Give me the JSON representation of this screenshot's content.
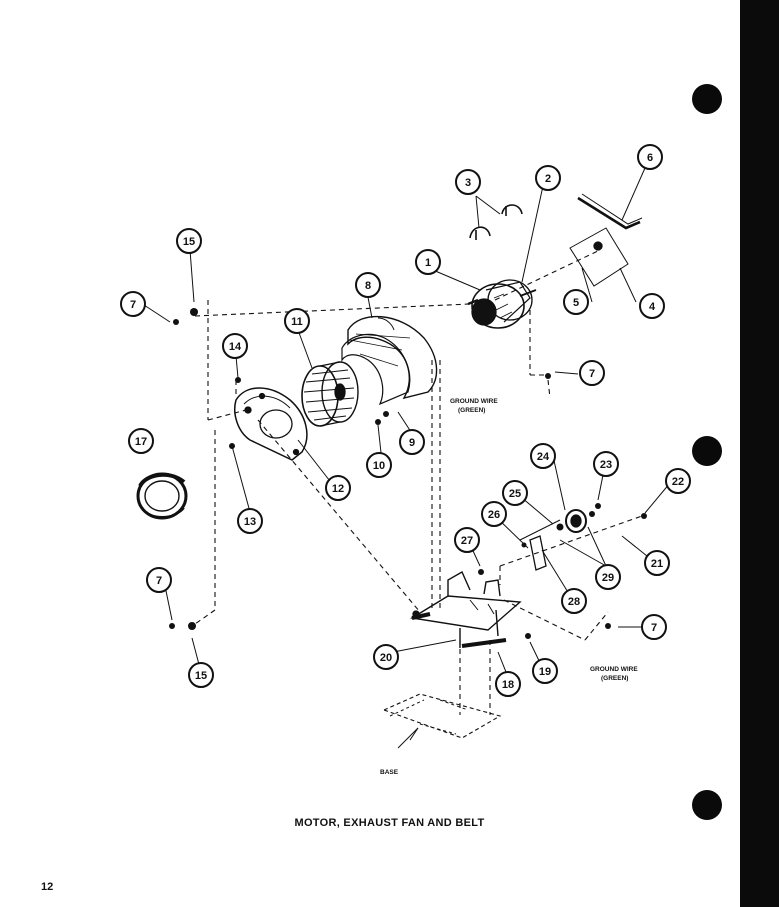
{
  "title": "MOTOR, EXHAUST FAN AND BELT",
  "page_number": "12",
  "notes": {
    "ground_wire_1a": "GROUND WIRE",
    "ground_wire_1b": "(GREEN)",
    "ground_wire_2a": "GROUND WIRE",
    "ground_wire_2b": "(GREEN)",
    "base": "BASE"
  },
  "callouts": [
    {
      "id": "c1",
      "num": "1"
    },
    {
      "id": "c2",
      "num": "2"
    },
    {
      "id": "c3",
      "num": "3"
    },
    {
      "id": "c4",
      "num": "4"
    },
    {
      "id": "c5",
      "num": "5"
    },
    {
      "id": "c6",
      "num": "6"
    },
    {
      "id": "c7a",
      "num": "7"
    },
    {
      "id": "c7b",
      "num": "7"
    },
    {
      "id": "c7c",
      "num": "7"
    },
    {
      "id": "c7d",
      "num": "7"
    },
    {
      "id": "c8",
      "num": "8"
    },
    {
      "id": "c9",
      "num": "9"
    },
    {
      "id": "c10",
      "num": "10"
    },
    {
      "id": "c11",
      "num": "11"
    },
    {
      "id": "c12",
      "num": "12"
    },
    {
      "id": "c13",
      "num": "13"
    },
    {
      "id": "c14",
      "num": "14"
    },
    {
      "id": "c15a",
      "num": "15"
    },
    {
      "id": "c15b",
      "num": "15"
    },
    {
      "id": "c17",
      "num": "17"
    },
    {
      "id": "c18",
      "num": "18"
    },
    {
      "id": "c19",
      "num": "19"
    },
    {
      "id": "c20",
      "num": "20"
    },
    {
      "id": "c21",
      "num": "21"
    },
    {
      "id": "c22",
      "num": "22"
    },
    {
      "id": "c23",
      "num": "23"
    },
    {
      "id": "c24",
      "num": "24"
    },
    {
      "id": "c25",
      "num": "25"
    },
    {
      "id": "c26",
      "num": "26"
    },
    {
      "id": "c27",
      "num": "27"
    },
    {
      "id": "c28",
      "num": "28"
    },
    {
      "id": "c29",
      "num": "29"
    }
  ]
}
